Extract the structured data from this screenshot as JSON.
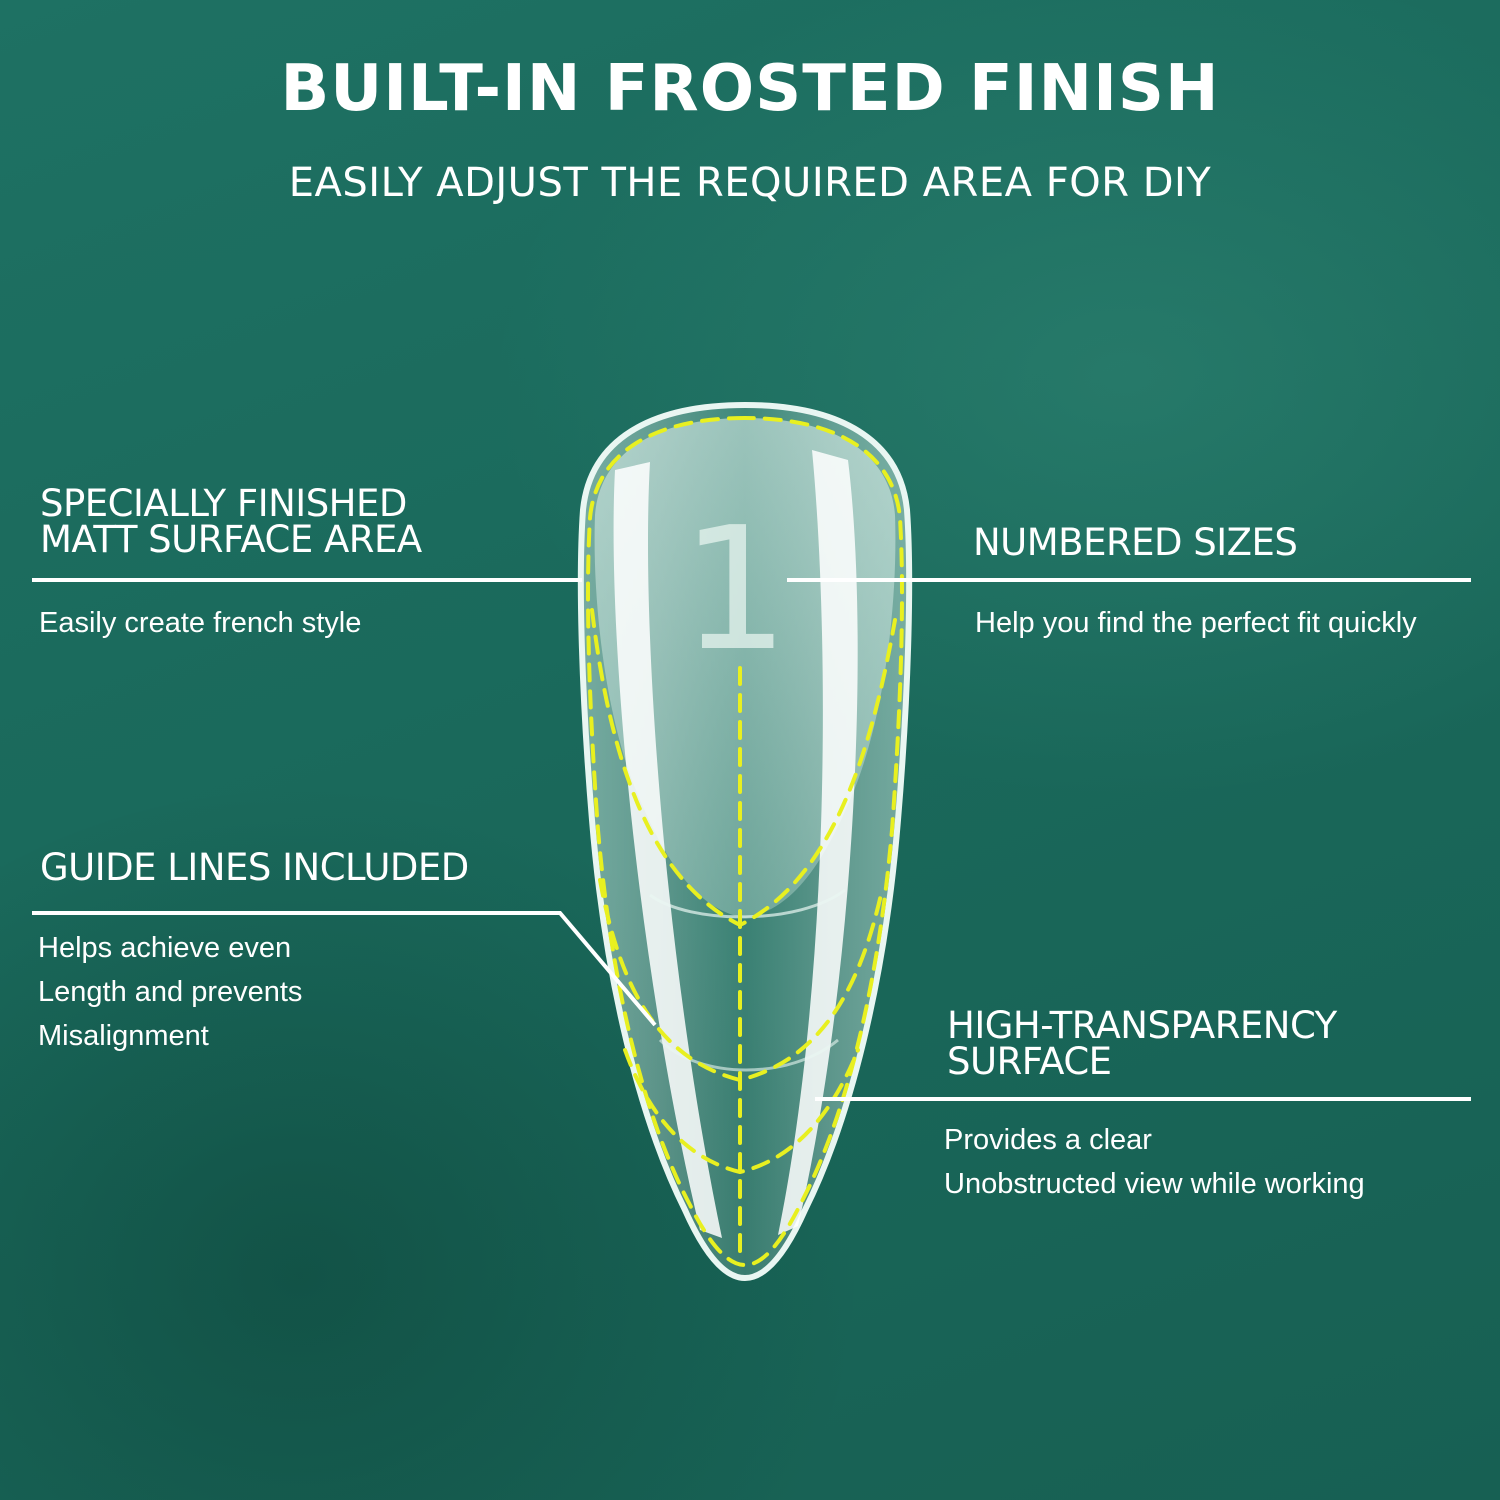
{
  "title": "BUILT-IN FROSTED FINISH",
  "subtitle": "EASILY ADJUST THE REQUIRED AREA FOR DIY",
  "features": {
    "matt_surface": {
      "heading_line1": "SPECIALLY FINISHED",
      "heading_line2": "MATT SURFACE AREA",
      "description": "Easily create french style"
    },
    "numbered_sizes": {
      "heading": "NUMBERED SIZES",
      "description": "Help you find the perfect fit quickly"
    },
    "guide_lines": {
      "heading": "GUIDE LINES INCLUDED",
      "description_lines": [
        "Helps achieve even",
        "Length and prevents",
        "Misalignment"
      ]
    },
    "transparency": {
      "heading_line1": "HIGH-TRANSPARENCY",
      "heading_line2": "SURFACE",
      "description_lines": [
        "Provides a clear",
        "Unobstructed view while working"
      ]
    }
  },
  "nail_tip": {
    "size_number": "1",
    "guide_line_color": "#e8f020"
  },
  "colors": {
    "background": "#1b6a5c",
    "text": "#ffffff"
  }
}
